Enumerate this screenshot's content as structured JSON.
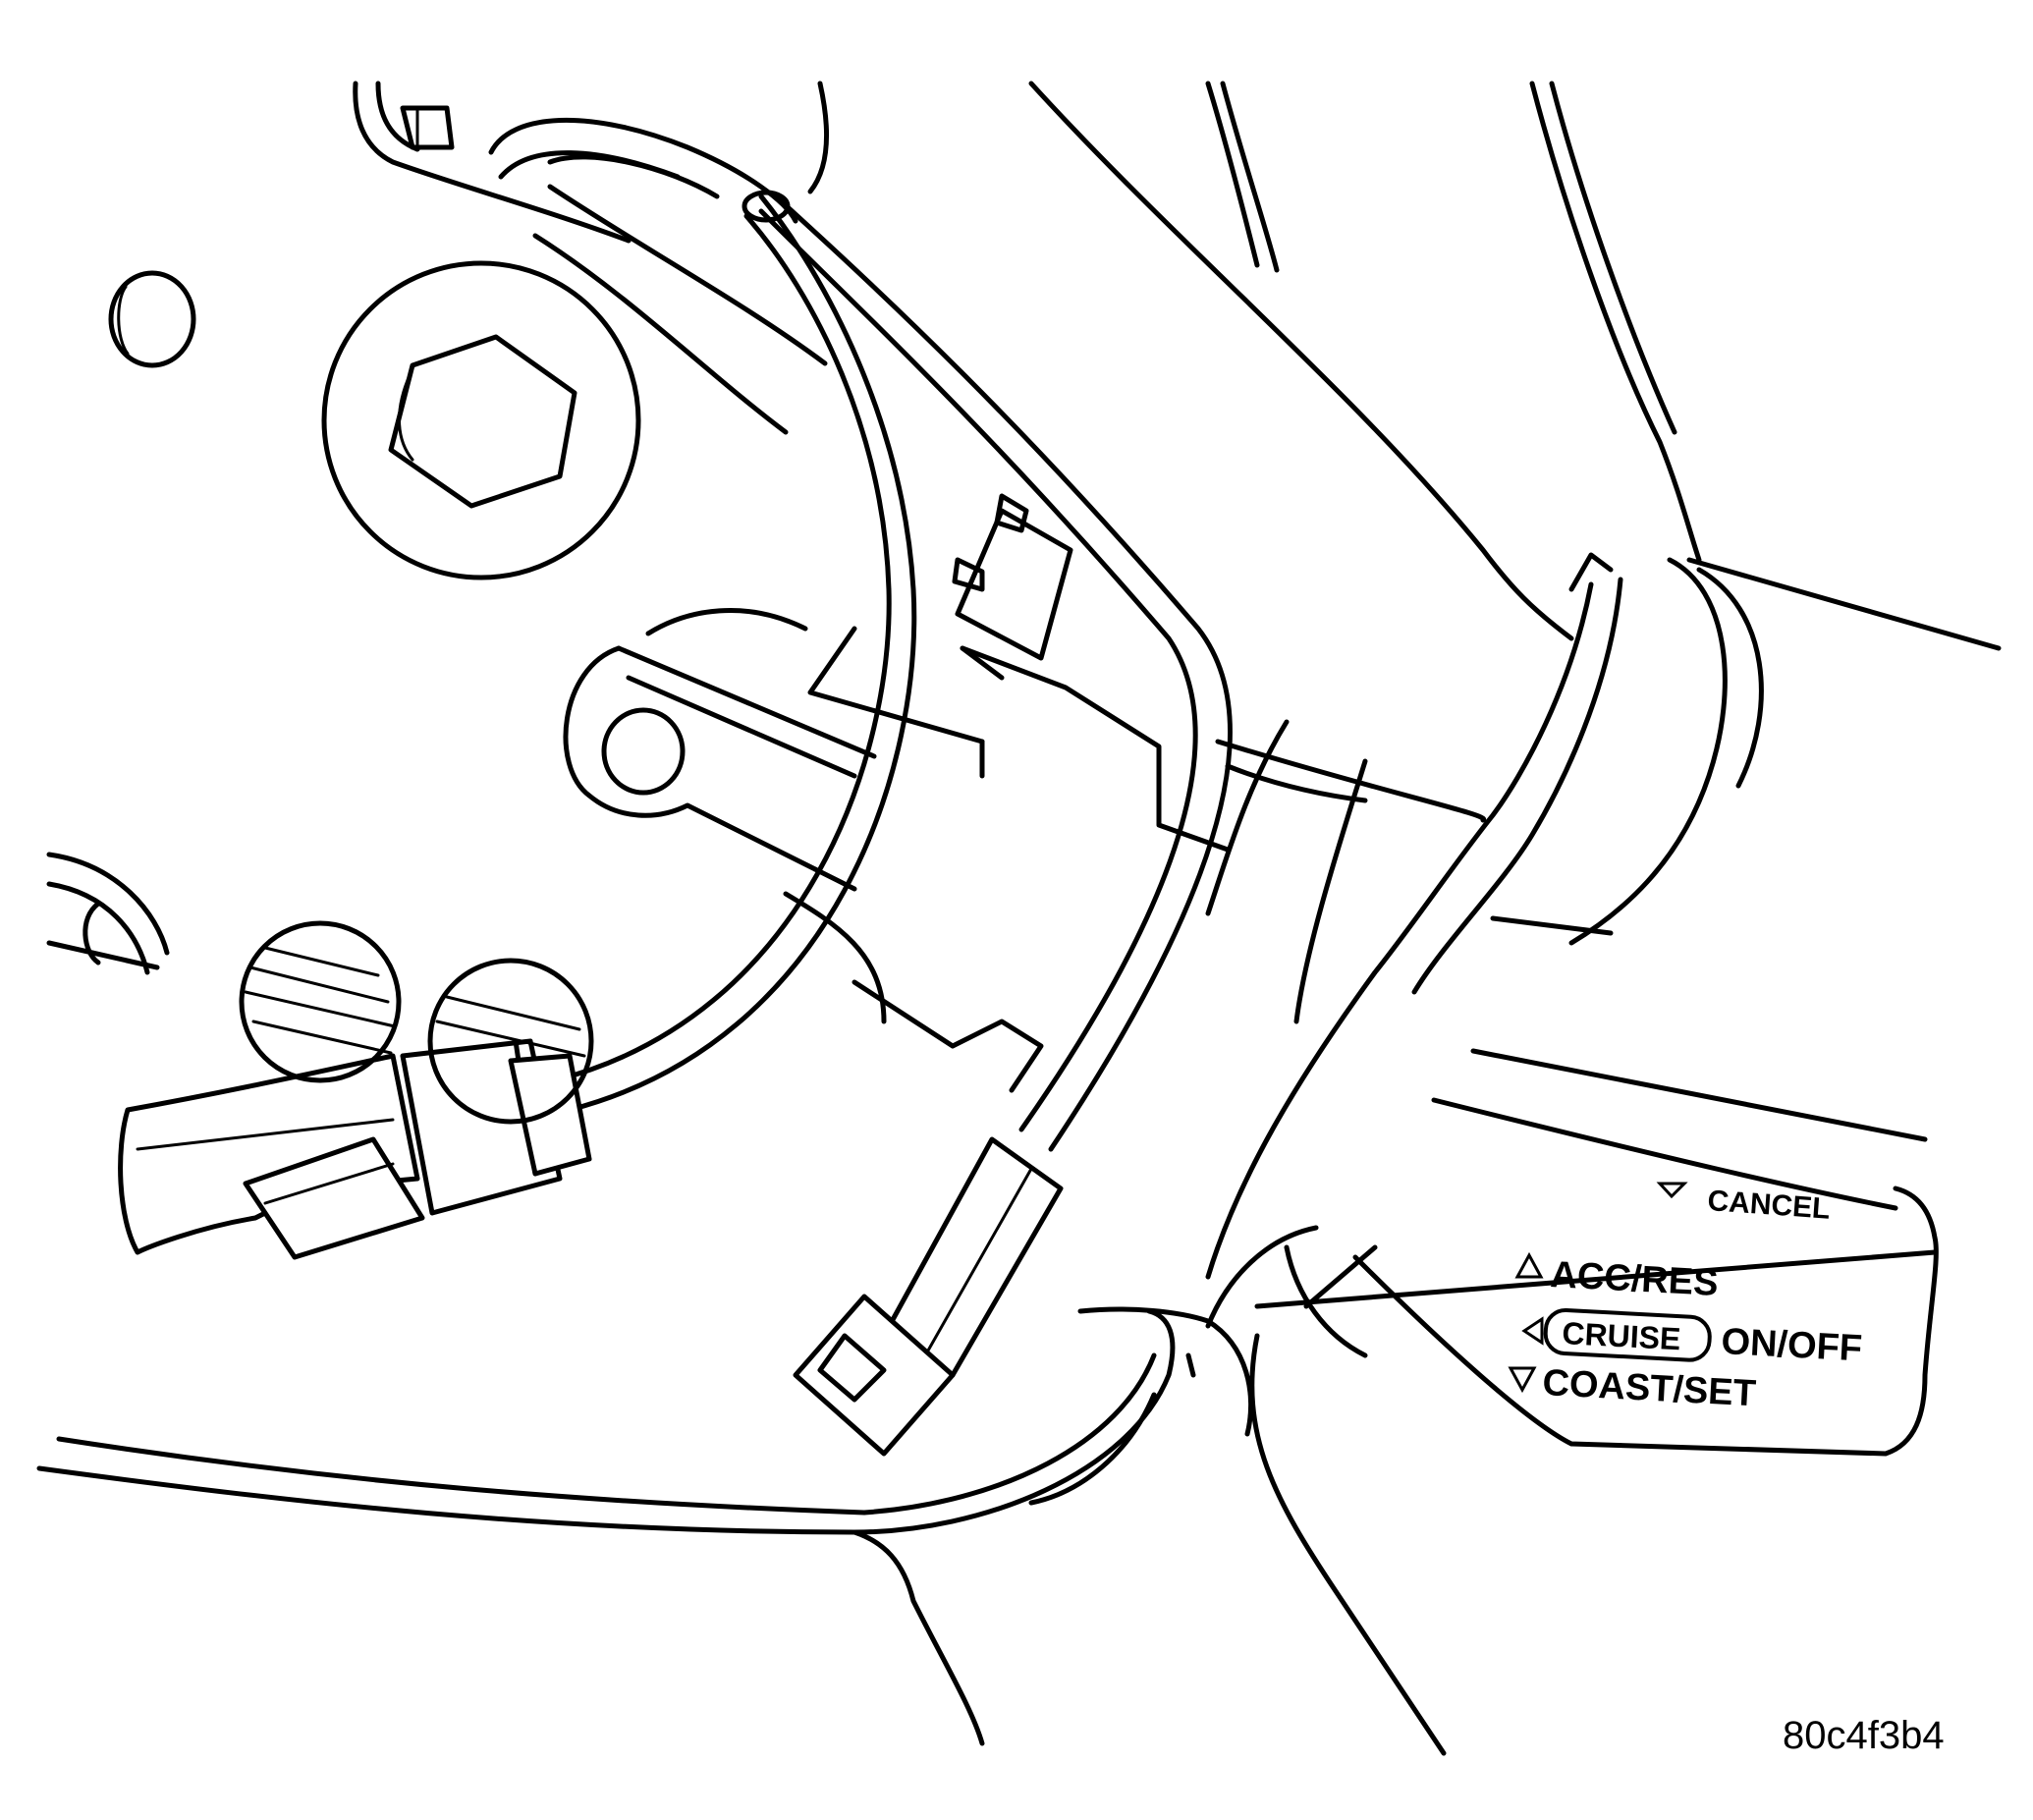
{
  "switch_labels": {
    "cancel": "CANCEL",
    "accel_resume": "ACC/RES",
    "cruise_badge": "CRUISE",
    "on_off": "ON/OFF",
    "coast_set": "COAST/SET"
  },
  "figure_code": "80c4f3b4"
}
